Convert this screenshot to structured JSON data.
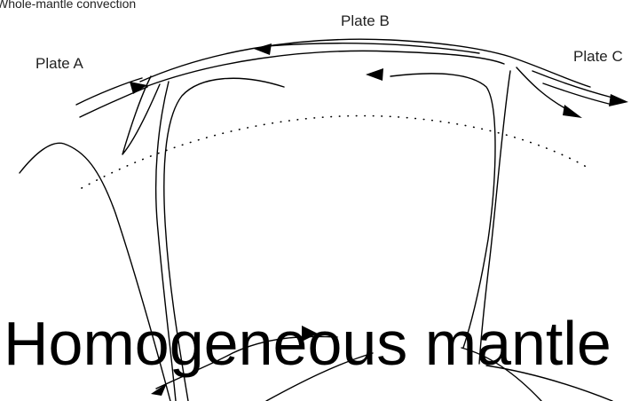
{
  "diagram": {
    "title": "Whole-mantle convection",
    "plate_a": "Plate A",
    "plate_b": "Plate B",
    "plate_c": "Plate C",
    "caption": "Homogeneous mantle"
  }
}
